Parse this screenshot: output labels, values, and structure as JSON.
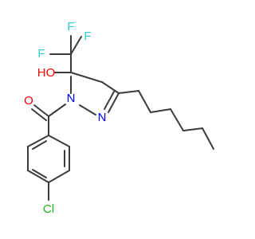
{
  "molecule": {
    "atoms": {
      "F_left": "F",
      "F_top": "F",
      "F_right": "F",
      "HO": "HO",
      "N1": "N",
      "N2": "N",
      "O": "O",
      "Cl": "Cl"
    }
  },
  "colors": {
    "bond": "#3c3c3c",
    "fluorine": "#33cccc",
    "oxygen": "#ff0000",
    "nitrogen": "#0000ff",
    "chlorine": "#1fb31f"
  }
}
